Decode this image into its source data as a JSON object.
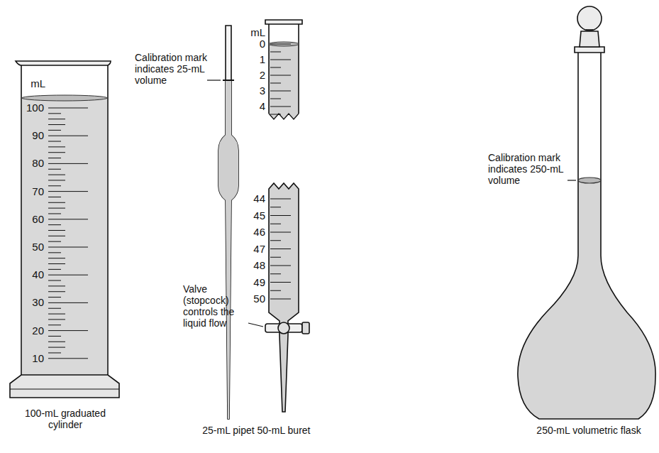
{
  "diagram": {
    "labels": [
      "mL",
      "100",
      "90",
      "80",
      "70",
      "60",
      "50",
      "40",
      "30",
      "20",
      "10",
      "100-mL graduated cylinder",
      "Calibration mark indicates 25-mL volume",
      "25-mL pipet",
      "mL",
      "0",
      "1",
      "2",
      "3",
      "4",
      "44",
      "45",
      "46",
      "47",
      "48",
      "49",
      "50",
      "Valve (stopcock) controls the liquid flow",
      "50-mL buret",
      "Calibration mark indicates 250-mL volume",
      "250-mL volumetric flask"
    ]
  }
}
